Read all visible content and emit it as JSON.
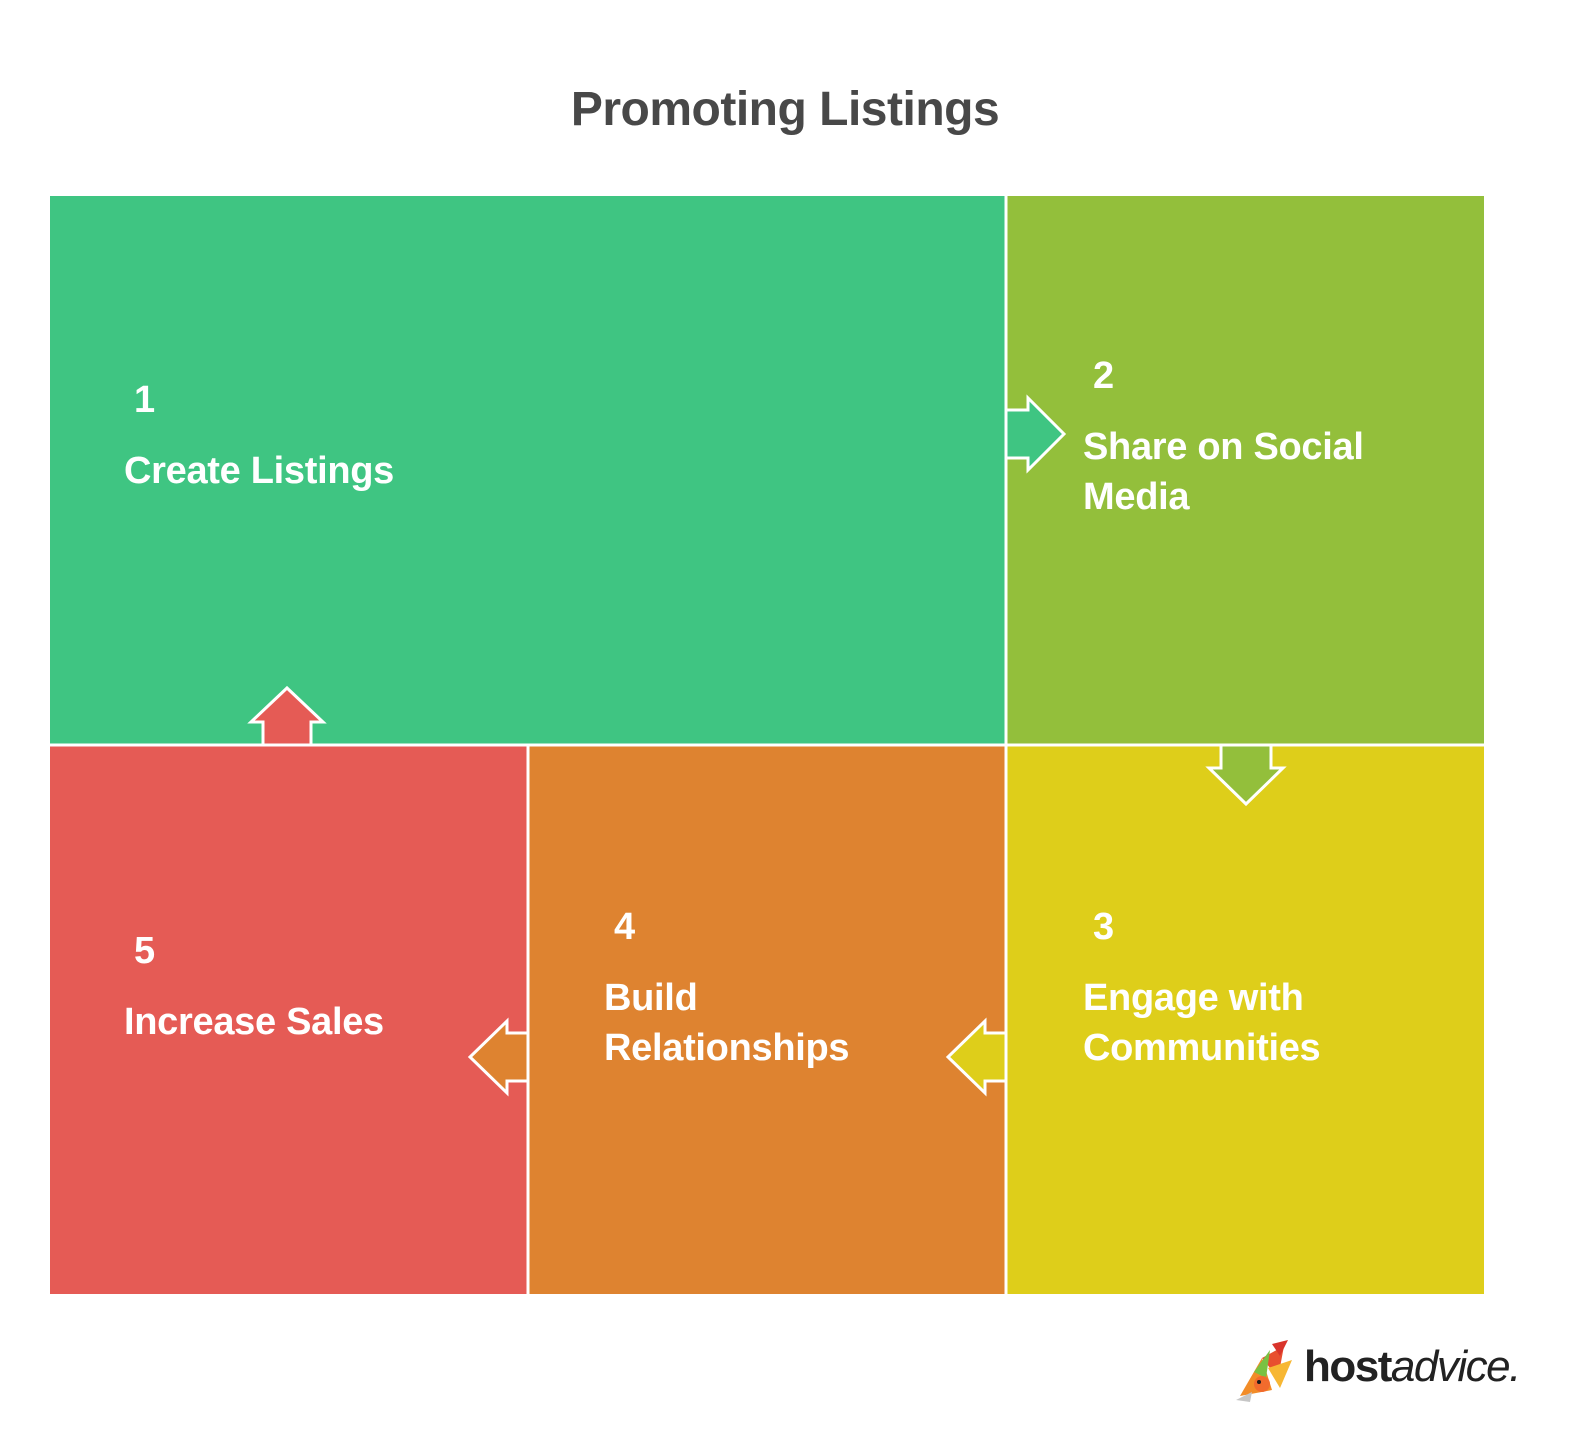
{
  "title": "Promoting Listings",
  "colors": {
    "step1": "#3fc582",
    "step2": "#93bf3b",
    "step3": "#dece1a",
    "step4": "#de8330",
    "step5": "#e55b55",
    "divider": "#ffffff",
    "title_text": "#484848"
  },
  "steps": [
    {
      "number": "1",
      "label": "Create Listings"
    },
    {
      "number": "2",
      "label": "Share on Social Media"
    },
    {
      "number": "3",
      "label": "Engage with Communities"
    },
    {
      "number": "4",
      "label": "Build Relationships"
    },
    {
      "number": "5",
      "label": "Increase Sales"
    }
  ],
  "flow": [
    {
      "from": "1",
      "to": "2",
      "direction": "right"
    },
    {
      "from": "2",
      "to": "3",
      "direction": "down"
    },
    {
      "from": "3",
      "to": "4",
      "direction": "left"
    },
    {
      "from": "4",
      "to": "5",
      "direction": "left"
    },
    {
      "from": "5",
      "to": "1",
      "direction": "up"
    }
  ],
  "logo": {
    "bold_part": "host",
    "italic_part": "advice."
  }
}
